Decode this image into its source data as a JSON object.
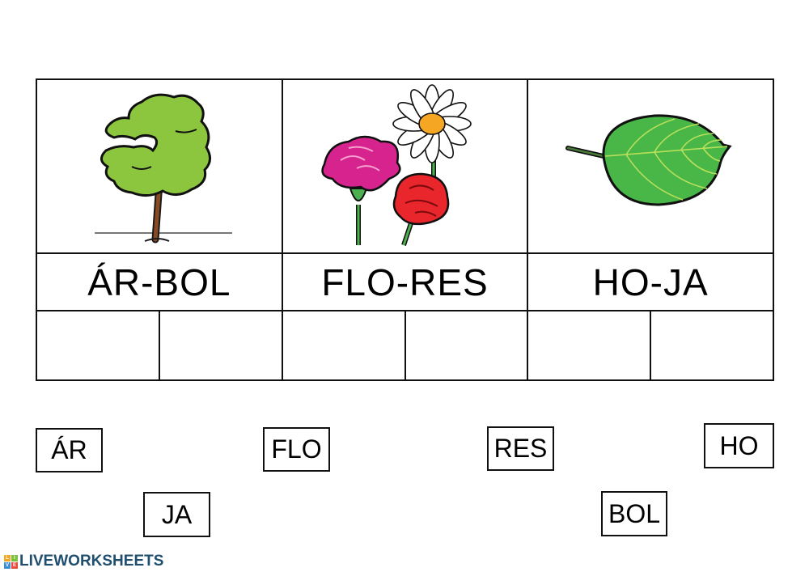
{
  "worksheet": {
    "columns": [
      {
        "picture": "tree-illustration",
        "word": "ÁR-BOL",
        "slots": [
          "",
          ""
        ]
      },
      {
        "picture": "flowers-illustration",
        "word": "FLO-RES",
        "slots": [
          "",
          ""
        ]
      },
      {
        "picture": "leaf-illustration",
        "word": "HO-JA",
        "slots": [
          "",
          ""
        ]
      }
    ]
  },
  "tiles": [
    {
      "label": "ÁR"
    },
    {
      "label": "FLO"
    },
    {
      "label": "RES"
    },
    {
      "label": "HO"
    },
    {
      "label": "JA"
    },
    {
      "label": "BOL"
    }
  ],
  "footer": {
    "brand": "LIVEWORKSHEETS",
    "logo_letters": [
      "L",
      "I",
      "V",
      "E"
    ],
    "logo_colors": [
      "#f4a623",
      "#7cbf3f",
      "#3a8fd6",
      "#e84b3c"
    ]
  },
  "colors": {
    "grid_border": "#111111",
    "brand_text": "#1f4e6e"
  }
}
